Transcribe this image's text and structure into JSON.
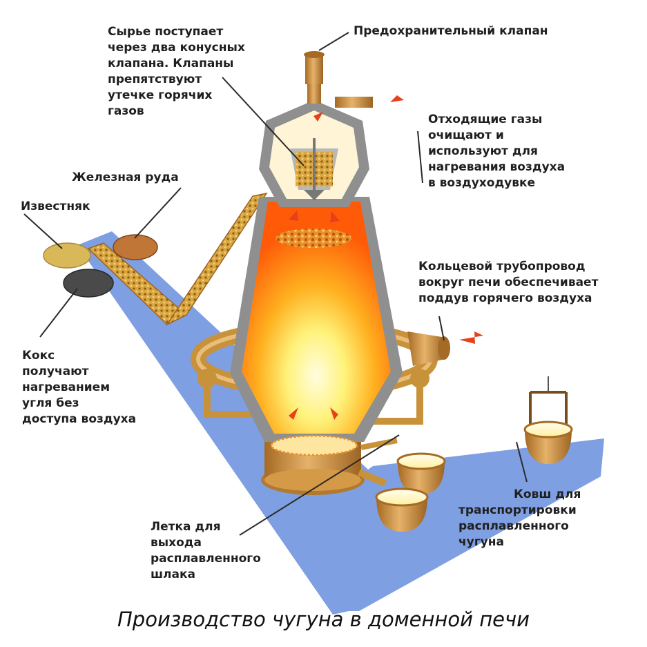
{
  "labels": {
    "raw_material": [
      "Сырье поступает",
      "через два конусных",
      "клапана. Клапаны",
      "препятствуют",
      "утечке горячих",
      "газов"
    ],
    "safety_valve": [
      "Предохранительный клапан"
    ],
    "exhaust_gases": [
      "Отходящие газы",
      "очищают и",
      "используют для",
      "нагревания воздуха",
      "в воздуходувке"
    ],
    "iron_ore": [
      "Железная руда"
    ],
    "limestone": [
      "Известняк"
    ],
    "ring_pipe": [
      "Кольцевой  трубопровод",
      "вокруг печи обеспечивает",
      "поддув горячего воздуха"
    ],
    "coke": [
      "Кокс",
      "получают",
      "нагреванием",
      "угля без",
      "доступа воздуха"
    ],
    "ladle": [
      "Ковш для",
      "транспортировки",
      "расплавленного",
      "чугуна"
    ],
    "slag_tap": [
      "Летка для",
      "выхода",
      "расплавленного",
      "шлака"
    ]
  },
  "caption": "Производство чугуна в доменной печи",
  "colors": {
    "floor": "#7f9fe3",
    "furnace_shell": "#c8923a",
    "furnace_wall": "#8f8f8f",
    "flame_hot": "#fff6b8",
    "flame_mid": "#ffb01f",
    "flame_outer": "#ff5a08",
    "arrow": "#e8401a",
    "conveyor": "#d9a640",
    "iron_ore": "#c07636",
    "limestone": "#d9b85a",
    "coke": "#4a4a4a",
    "molten_metal": "#fffbe0"
  }
}
